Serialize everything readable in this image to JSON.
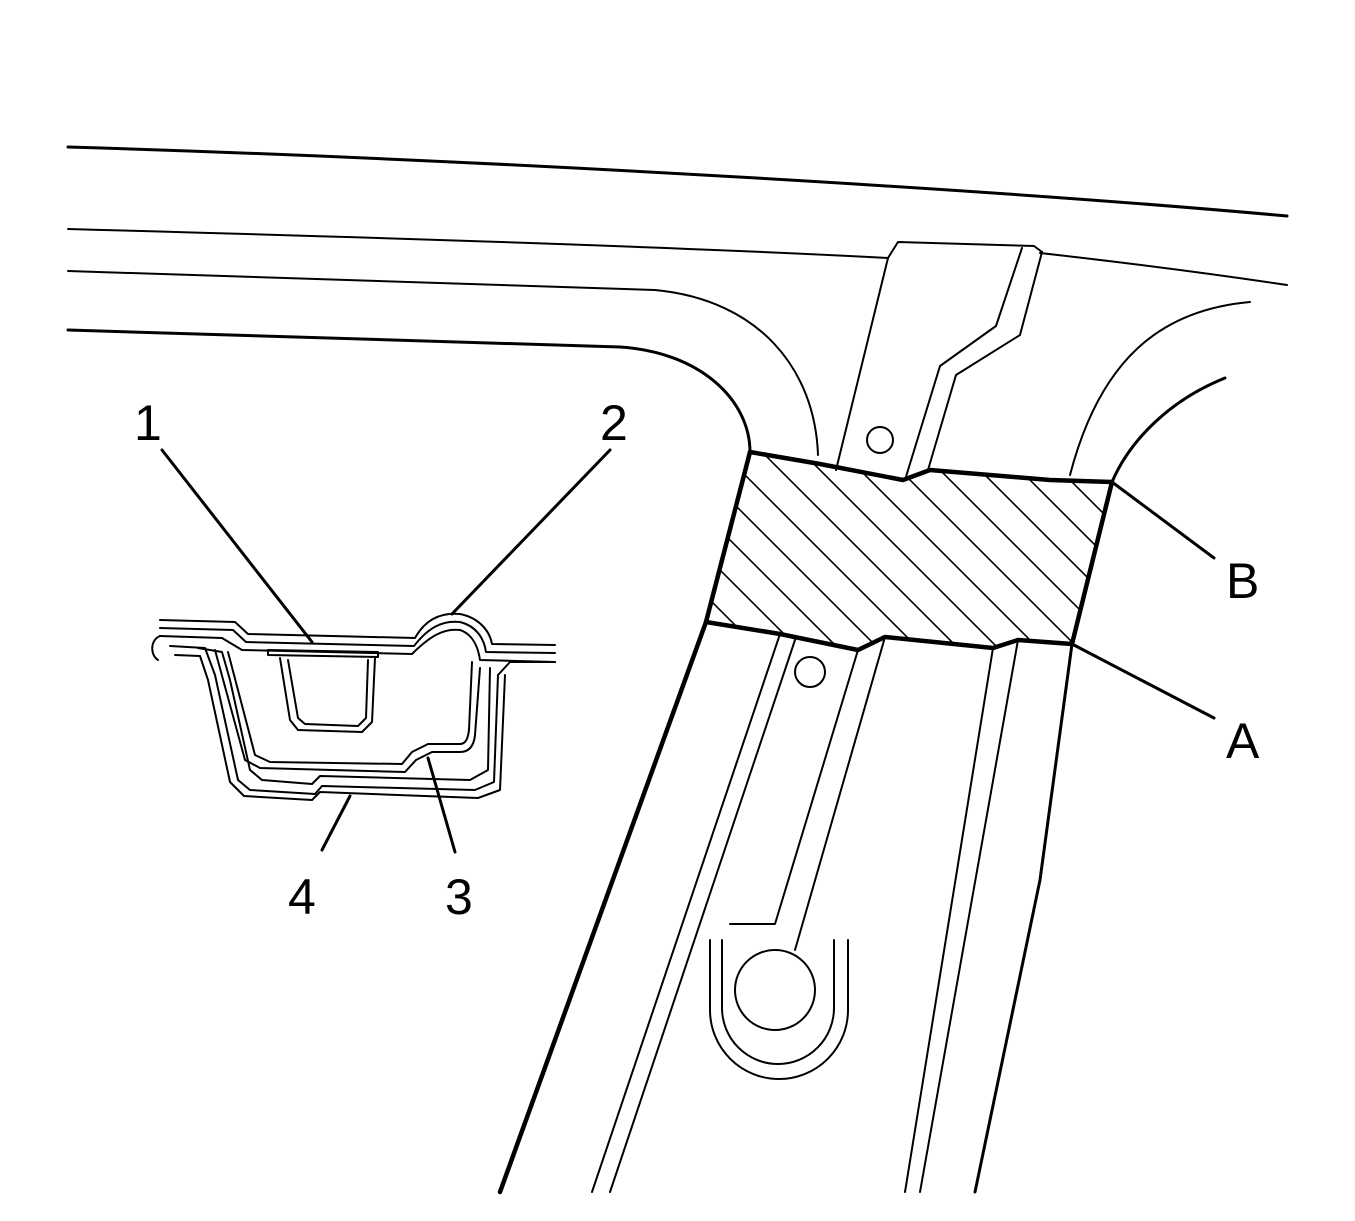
{
  "callouts": {
    "c1": "1",
    "c2": "2",
    "c3": "3",
    "c4": "4",
    "cA": "A",
    "cB": "B"
  },
  "colors": {
    "ink": "#000000",
    "paper": "#ffffff"
  }
}
